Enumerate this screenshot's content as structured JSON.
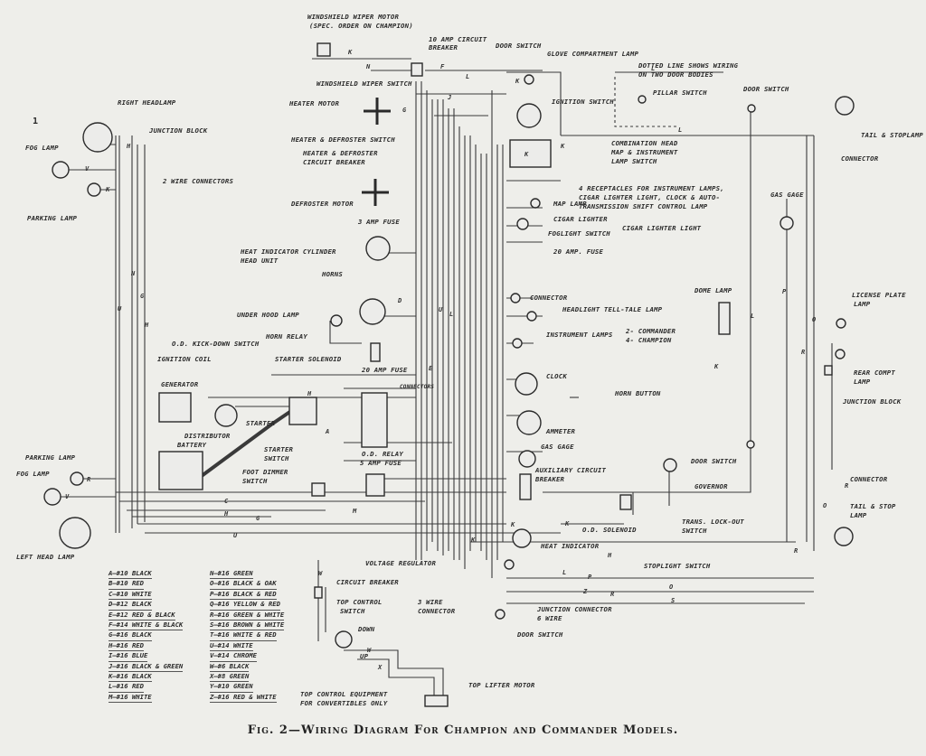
{
  "caption": "Fig. 2—Wiring Diagram For Champion and Commander Models.",
  "page_mark": "1",
  "labels": {
    "windshield_wiper_motor": "WINDSHIELD WIPER MOTOR",
    "spec_order": "(SPEC. ORDER ON CHAMPION)",
    "breaker_10amp_1": "10 AMP CIRCUIT",
    "breaker_10amp_2": "BREAKER",
    "door_switch_top": "DOOR SWITCH",
    "glove_lamp": "GLOVE COMPARTMENT LAMP",
    "dotted_1": "DOTTED LINE SHOWS WIRING",
    "dotted_2": "ON TWO DOOR BODIES",
    "windshield_wiper_switch": "WINDSHIELD WIPER SWITCH",
    "door_switch_right": "DOOR SWITCH",
    "pillar_switch": "PILLAR SWITCH",
    "right_headlamp": "RIGHT HEADLAMP",
    "junction_block_left": "JUNCTION BLOCK",
    "heater_motor": "HEATER MOTOR",
    "ignition_switch": "IGNITION SWITCH",
    "tail_stop_top": "TAIL & STOPLAMP",
    "fog_lamp_top": "FOG LAMP",
    "heater_defroster_switch": "HEATER & DEFROSTER SWITCH",
    "combo_1": "COMBINATION HEAD",
    "combo_2": "MAP & INSTRUMENT",
    "combo_3": "LAMP SWITCH",
    "connector_right": "CONNECTOR",
    "heater_cb_1": "HEATER & DEFROSTER",
    "heater_cb_2": "CIRCUIT BREAKER",
    "two_wire": "2 WIRE CONNECTORS",
    "receptacles_1": "4 RECEPTACLES FOR INSTRUMENT LAMPS,",
    "receptacles_2": "CIGAR LIGHTER LIGHT, CLOCK & AUTO-",
    "receptacles_3": "TRANSMISSION SHIFT CONTROL LAMP",
    "gas_gage_right": "GAS GAGE",
    "parking_lamp_top": "PARKING LAMP",
    "defroster_motor": "DEFROSTER MOTOR",
    "map_lamp": "MAP LAMP",
    "fuse_3amp": "3 AMP FUSE",
    "cigar_lighter": "CIGAR LIGHTER",
    "cigar_lighter_light": "CIGAR LIGHTER LIGHT",
    "foglight_switch": "FOGLIGHT SWITCH",
    "heat_ind_1": "HEAT INDICATOR CYLINDER",
    "heat_ind_2": "HEAD UNIT",
    "fuse_20amp_top": "20 AMP. FUSE",
    "horns": "HORNS",
    "connector_mid": "CONNECTOR",
    "dome_lamp": "DOME LAMP",
    "license_1": "LICENSE PLATE",
    "license_2": "LAMP",
    "headlight_telltale": "HEADLIGHT TELL-TALE LAMP",
    "under_hood_lamp": "UNDER HOOD LAMP",
    "instrument_lamps": "INSTRUMENT LAMPS",
    "commander_2": "2- COMMANDER",
    "champion_4": "4- CHAMPION",
    "horn_relay": "HORN RELAY",
    "od_kickdown": "O.D. KICK-DOWN SWITCH",
    "ignition_coil": "IGNITION COIL",
    "starter_solenoid": "STARTER SOLENOID",
    "fuse_20amp_mid": "20 AMP FUSE",
    "rear_compt_1": "REAR COMPT",
    "rear_compt_2": "LAMP",
    "connectors_small": "CONNECTORS",
    "clock": "CLOCK",
    "generator": "GENERATOR",
    "junction_block_right": "JUNCTION BLOCK",
    "horn_button": "HORN BUTTON",
    "starter": "STARTER",
    "ammeter": "AMMETER",
    "distributor": "DISTRIBUTOR",
    "battery": "BATTERY",
    "gas_gage_mid": "GAS GAGE",
    "od_relay": "O.D. RELAY",
    "starter_switch_1": "STARTER",
    "starter_switch_2": "SWITCH",
    "fuse_5amp": "5 AMP FUSE",
    "parking_lamp_bottom": "PARKING LAMP",
    "door_switch_lower": "DOOR SWITCH",
    "foot_dimmer_1": "FOOT DIMMER",
    "foot_dimmer_2": "SWITCH",
    "aux_cb_1": "AUXILIARY CIRCUIT",
    "aux_cb_2": "BREAKER",
    "governor": "GOVERNOR",
    "connector_lower_right": "CONNECTOR",
    "fog_lamp_bottom": "FOG LAMP",
    "tail_stop_bottom_1": "TAIL & STOP",
    "tail_stop_bottom_2": "LAMP",
    "trans_lockout_1": "TRANS. LOCK-OUT",
    "trans_lockout_2": "SWITCH",
    "od_solenoid": "O.D. SOLENOID",
    "heat_indicator": "HEAT INDICATOR",
    "left_head_lamp": "LEFT HEAD LAMP",
    "voltage_regulator": "VOLTAGE REGULATOR",
    "stoplight_switch": "STOPLIGHT SWITCH",
    "circuit_breaker": "CIRCUIT BREAKER",
    "three_wire_1": "3 WIRE",
    "three_wire_2": "CONNECTOR",
    "junction_6_1": "JUNCTION CONNECTOR",
    "junction_6_2": "6 WIRE",
    "top_control_1": "TOP CONTROL",
    "top_control_2": "SWITCH",
    "door_switch_bottom": "DOOR SWITCH",
    "down": "DOWN",
    "up": "UP",
    "top_lifter_motor": "TOP LIFTER MOTOR",
    "top_equip_1": "TOP CONTROL EQUIPMENT",
    "top_equip_2": "FOR CONVERTIBLES ONLY"
  },
  "legend_left": [
    "A—#10 BLACK",
    "B—#10 RED",
    "C—#10 WHITE",
    "D—#12 BLACK",
    "E—#12 RED & BLACK",
    "F—#14 WHITE & BLACK",
    "G—#16 BLACK",
    "H—#16 RED",
    "I—#16 BLUE",
    "J—#16 BLACK & GREEN",
    "K—#16 BLACK",
    "L—#16 RED",
    "M—#16 WHITE"
  ],
  "legend_right": [
    "N—#16 GREEN",
    "O—#16 BLACK & OAK",
    "P—#16 BLACK & RED",
    "Q—#16 YELLOW & RED",
    "R—#16 GREEN & WHITE",
    "S—#16 BROWN & WHITE",
    "T—#16 WHITE & RED",
    "U—#14 WHITE",
    "V—#14 CHROME",
    "W—#6 BLACK",
    "X—#8 GREEN",
    "Y—#10 GREEN",
    "Z—#16 RED & WHITE"
  ],
  "wire_letters": [
    "A",
    "B",
    "C",
    "D",
    "E",
    "F",
    "G",
    "H",
    "I",
    "J",
    "K",
    "L",
    "M",
    "N",
    "O",
    "P",
    "R",
    "S",
    "T",
    "U",
    "V",
    "W",
    "X",
    "Z"
  ],
  "colors": {
    "ink": "#2a2a2a",
    "paper": "#eeeeea"
  }
}
